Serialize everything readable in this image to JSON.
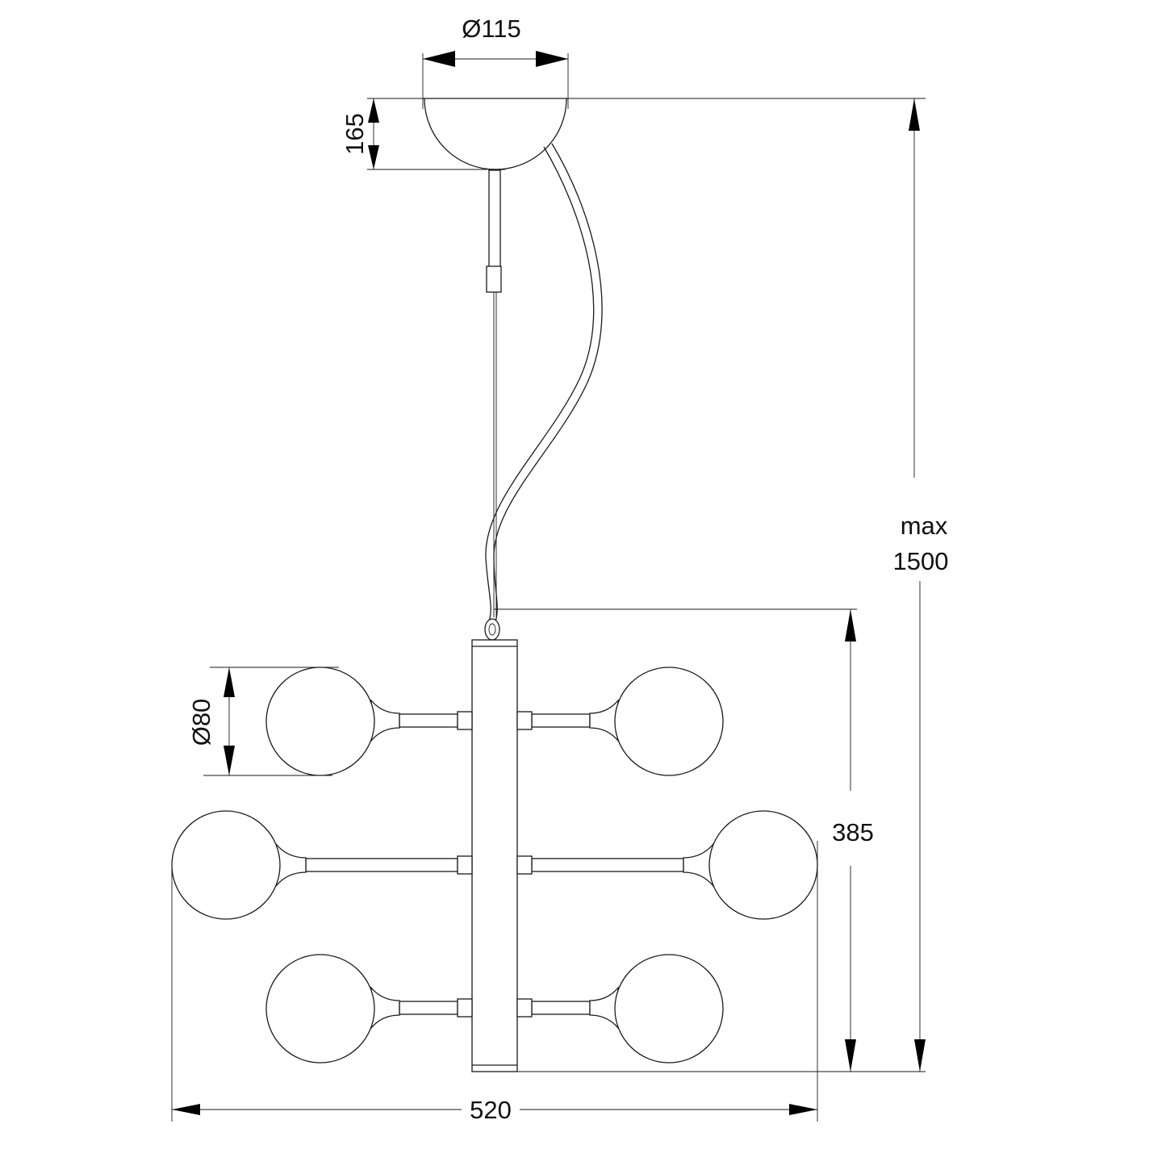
{
  "drawing": {
    "dimensions": {
      "canopy_diameter": "Ø115",
      "canopy_height": "165",
      "globe_diameter": "Ø80",
      "max_label_line1": "max",
      "max_label_line2": "1500",
      "body_height": "385",
      "total_width": "520"
    },
    "colors": {
      "line": "#1a1a1a",
      "background": "#ffffff"
    }
  }
}
